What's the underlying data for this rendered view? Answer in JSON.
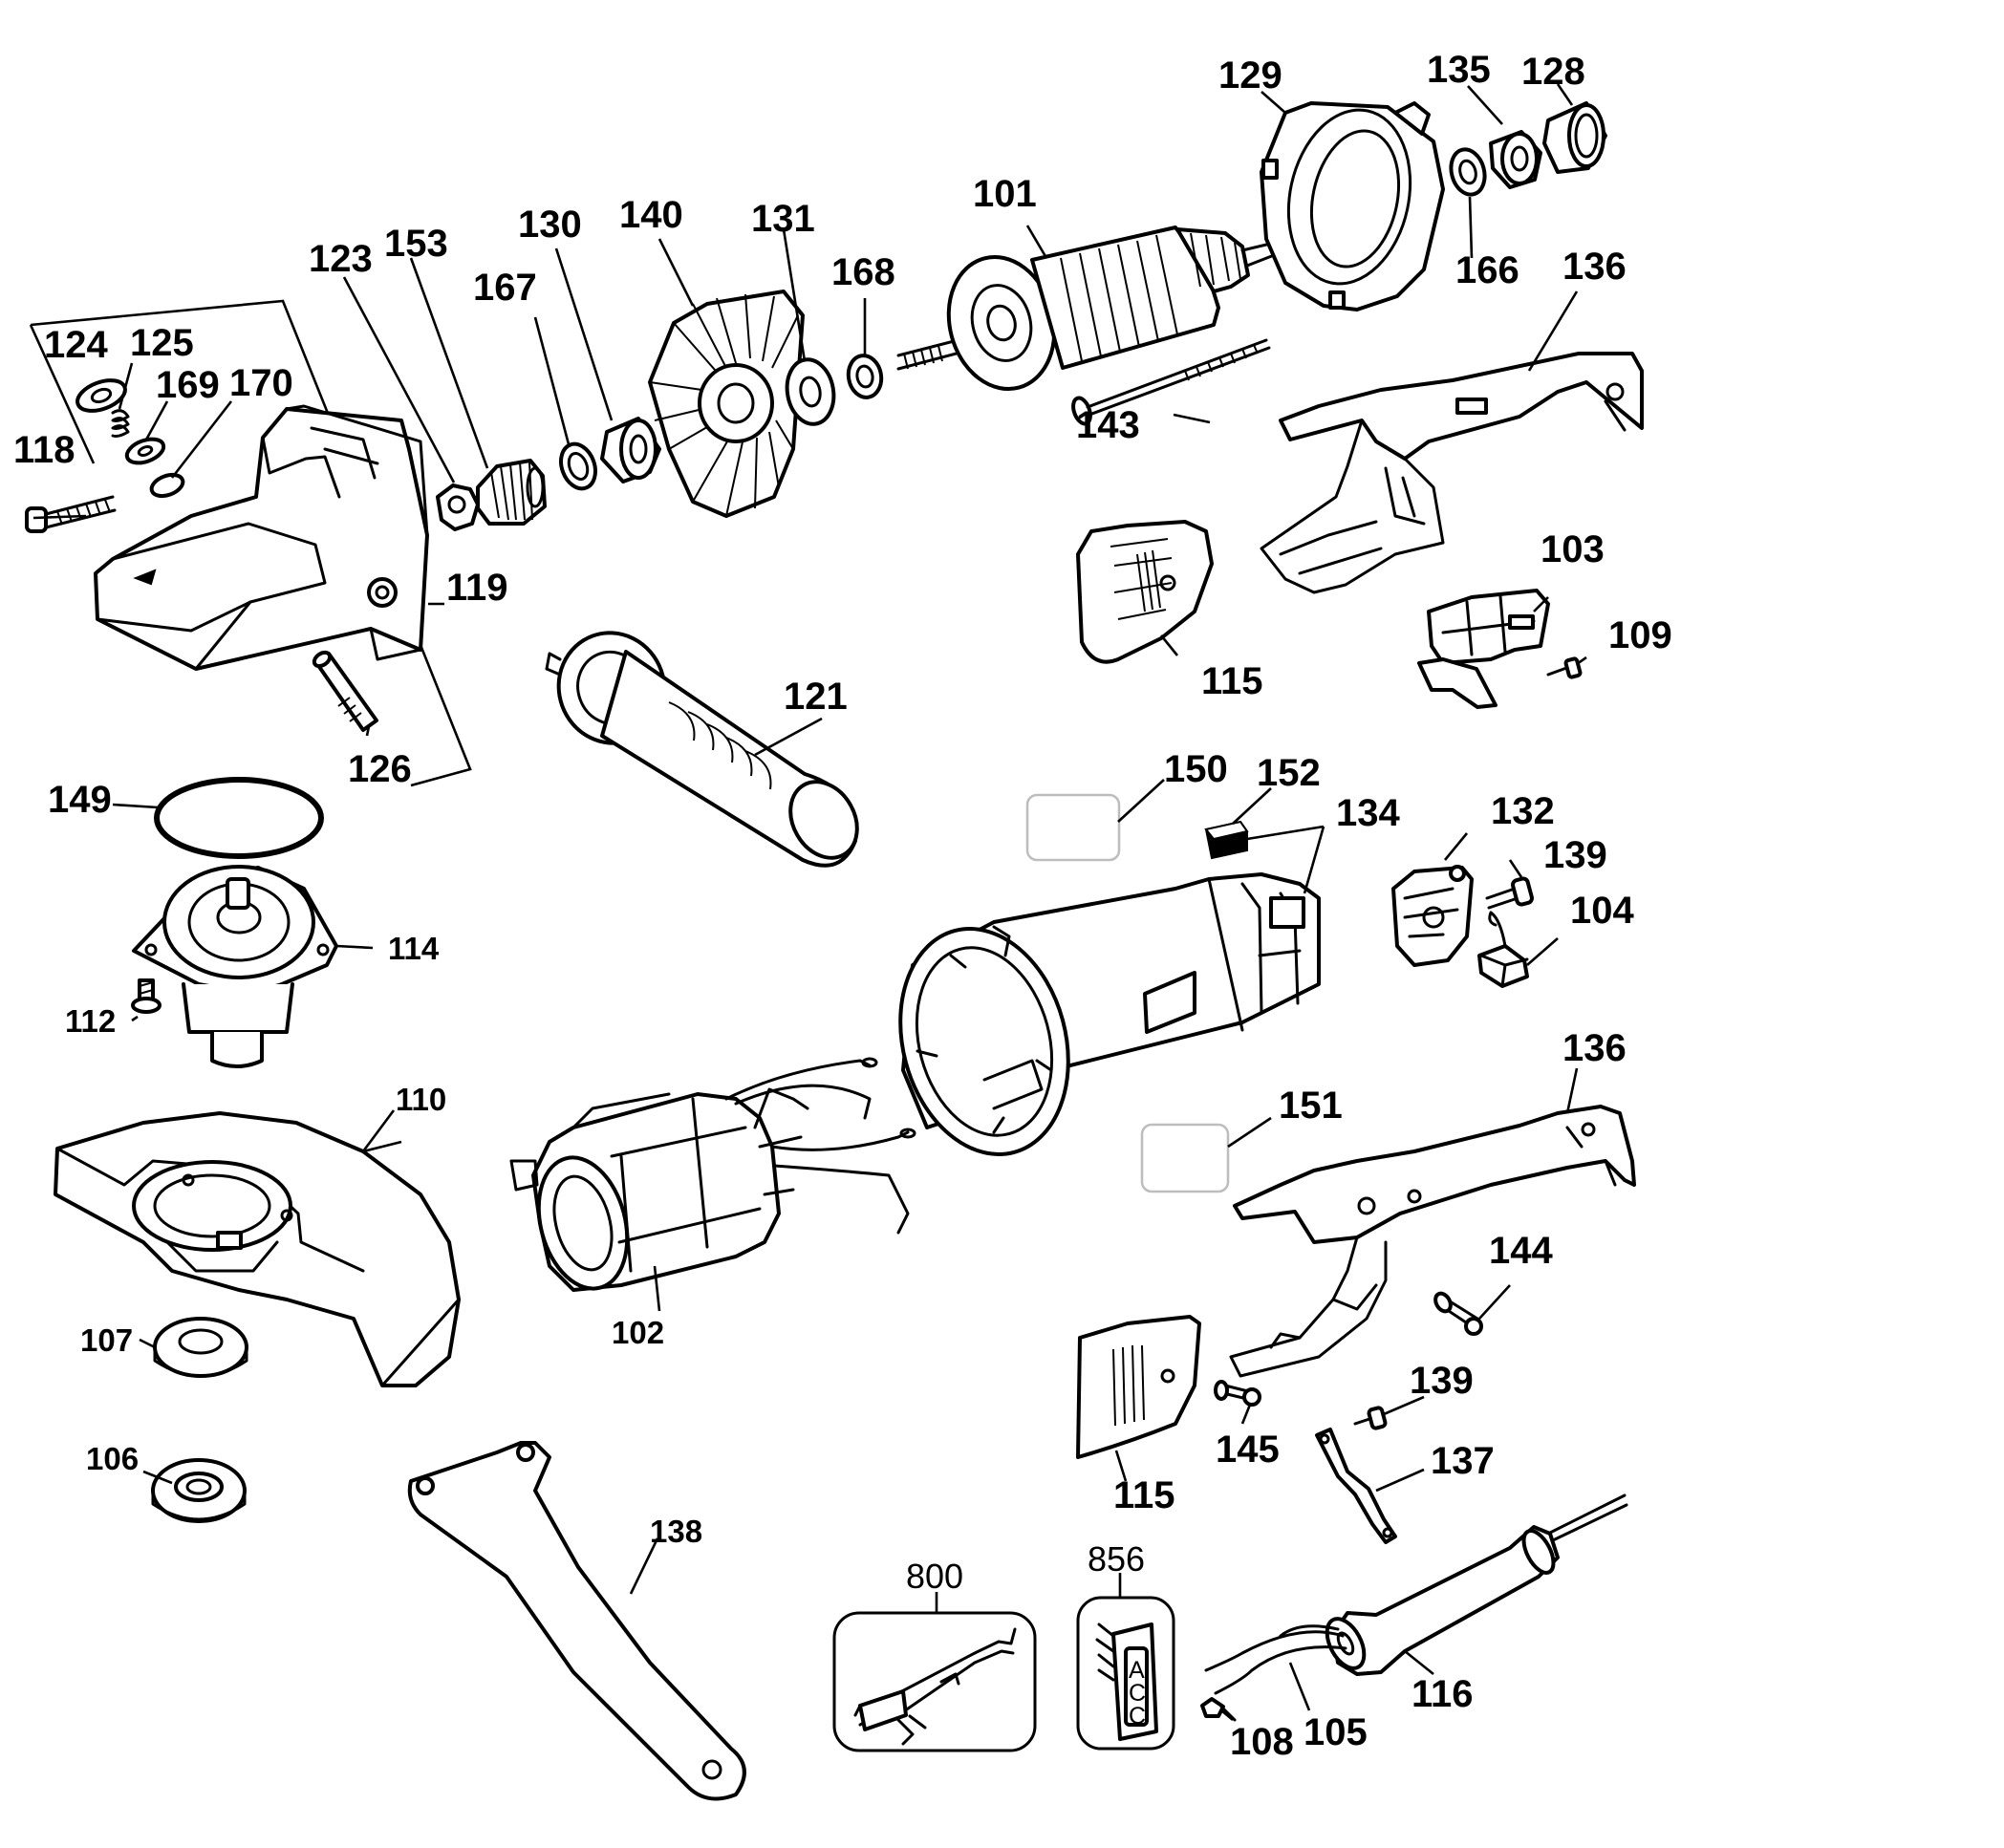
{
  "diagram": {
    "type": "exploded-parts-diagram",
    "part_numbers": {
      "p101": "101",
      "p102": "102",
      "p103": "103",
      "p104": "104",
      "p105": "105",
      "p106": "106",
      "p107": "107",
      "p108": "108",
      "p109": "109",
      "p110": "110",
      "p112": "112",
      "p114": "114",
      "p115a": "115",
      "p115b": "115",
      "p116": "116",
      "p118": "118",
      "p119": "119",
      "p121": "121",
      "p123": "123",
      "p124": "124",
      "p125": "125",
      "p126": "126",
      "p128": "128",
      "p129": "129",
      "p130": "130",
      "p131": "131",
      "p132": "132",
      "p134": "134",
      "p135": "135",
      "p136a": "136",
      "p136b": "136",
      "p137": "137",
      "p138": "138",
      "p139a": "139",
      "p139b": "139",
      "p140": "140",
      "p143": "143",
      "p144": "144",
      "p145": "145",
      "p149": "149",
      "p150": "150",
      "p151": "151",
      "p152": "152",
      "p153": "153",
      "p166": "166",
      "p167": "167",
      "p168": "168",
      "p169": "169",
      "p170": "170",
      "p800": "800",
      "p856": "856"
    },
    "label_856_letters": [
      "A",
      "C",
      "C"
    ],
    "colors": {
      "line": "#000000",
      "background": "#ffffff",
      "box_outline": "#bdbdbd"
    }
  }
}
